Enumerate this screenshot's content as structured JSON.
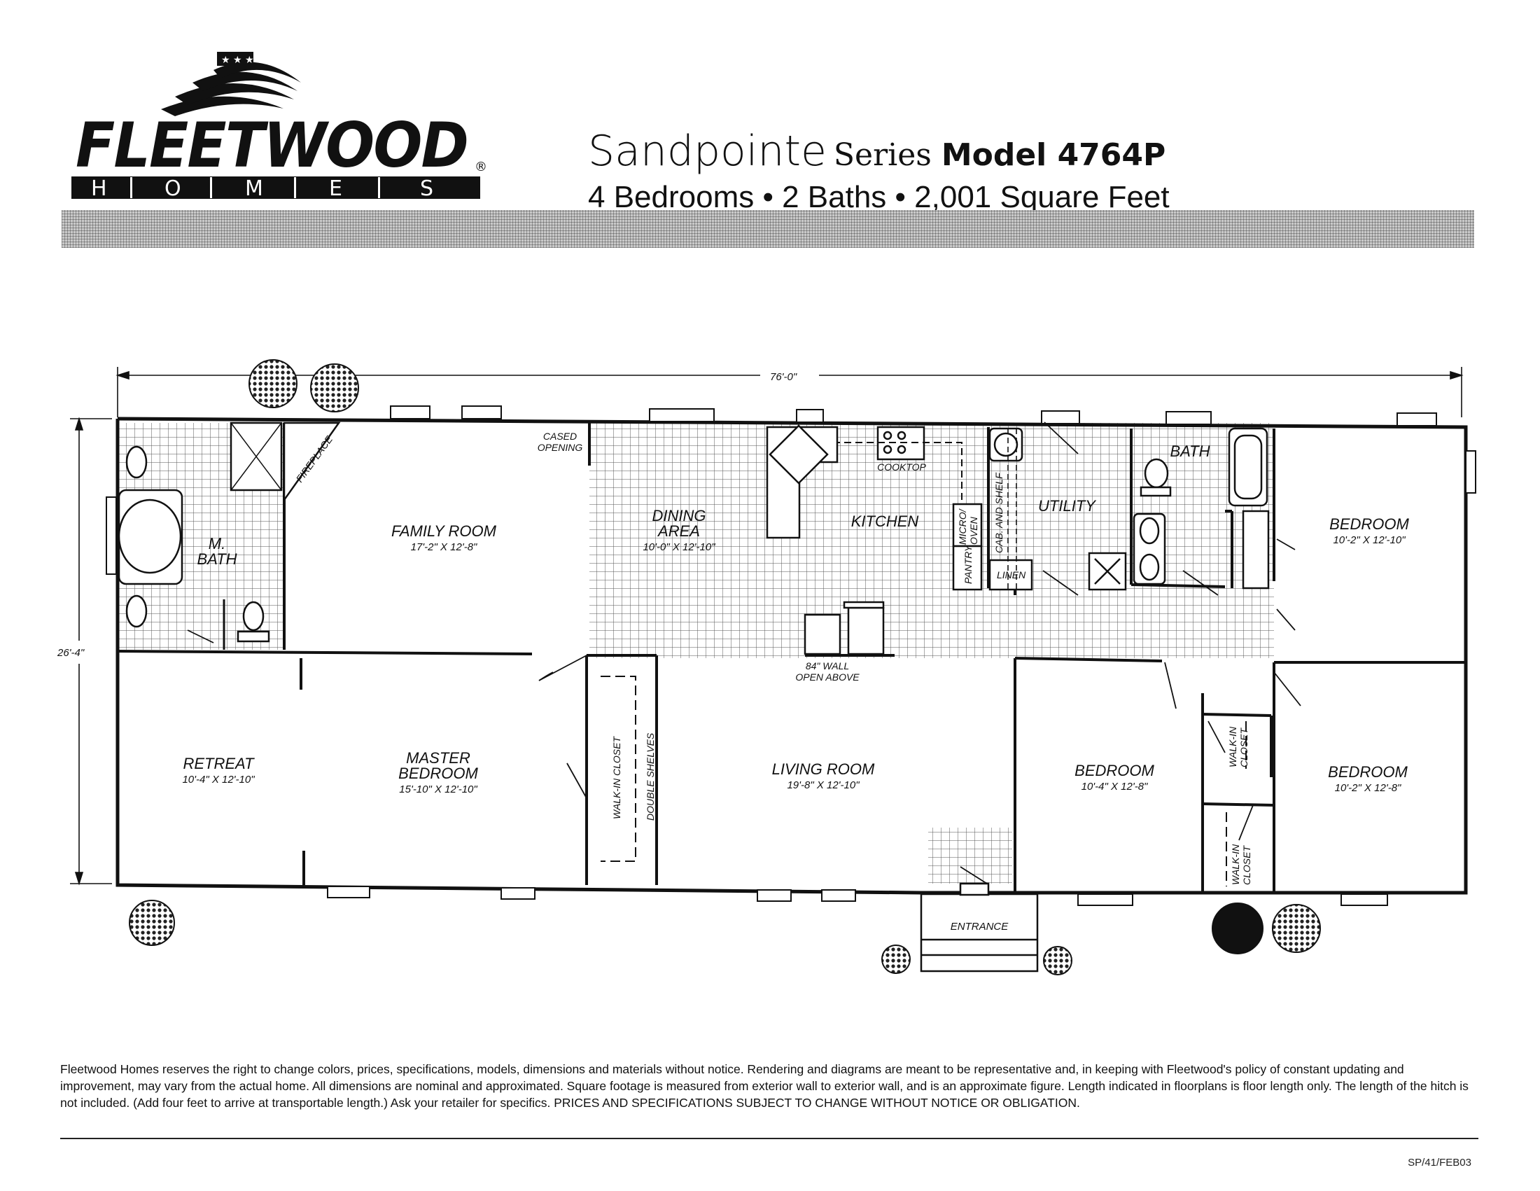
{
  "brand": {
    "name": "FLEETWOOD",
    "subname_letters": [
      "H",
      "O",
      "M",
      "E",
      "S"
    ],
    "registered_mark": "®"
  },
  "header": {
    "series_name": "Sandpointe",
    "series_word": "Series",
    "model_label": "Model 4764P",
    "specs": "4 Bedrooms • 2 Baths • 2,001 Square Feet"
  },
  "plan": {
    "overall_length": "76'-0\"",
    "overall_width": "26'-4\"",
    "rooms": {
      "m_bath": {
        "line1": "M.",
        "line2": "BATH"
      },
      "family_room": {
        "name": "FAMILY ROOM",
        "dims": "17'-2\" X 12'-8\""
      },
      "dining_area": {
        "line1": "DINING",
        "line2": "AREA",
        "dims": "10'-0\" X 12'-10\""
      },
      "kitchen": {
        "name": "KITCHEN"
      },
      "utility": {
        "name": "UTILITY"
      },
      "bath": {
        "name": "BATH"
      },
      "bedroom_ne": {
        "name": "BEDROOM",
        "dims": "10'-2\" X 12'-10\""
      },
      "retreat": {
        "name": "RETREAT",
        "dims": "10'-4\" X 12'-10\""
      },
      "master_bedroom": {
        "line1": "MASTER",
        "line2": "BEDROOM",
        "dims": "15'-10\" X 12'-10\""
      },
      "living_room": {
        "name": "LIVING ROOM",
        "dims": "19'-8\" X 12'-10\""
      },
      "bedroom_s": {
        "name": "BEDROOM",
        "dims": "10'-4\" X 12'-8\""
      },
      "bedroom_se": {
        "name": "BEDROOM",
        "dims": "10'-2\" X 12'-8\""
      }
    },
    "fixtures": {
      "fireplace": "FIREPLACE",
      "cased_opening_line1": "CASED",
      "cased_opening_line2": "OPENING",
      "cooktop": "COOKTOP",
      "micro_oven_line1": "MICRO/",
      "micro_oven_line2": "OVEN",
      "pantry": "PANTRY",
      "cab_and_shelf": "CAB. AND SHELF",
      "linen": "LINEN",
      "wall_note_line1": "84\" WALL",
      "wall_note_line2": "OPEN ABOVE",
      "walk_in_closet_master": "WALK-IN CLOSET",
      "double_shelves": "DOUBLE SHELVES",
      "walk_in_a_line1": "WALK-IN",
      "walk_in_a_line2": "CLOSET",
      "walk_in_b_line1": "WALK-IN",
      "walk_in_b_line2": "CLOSET",
      "entrance": "ENTRANCE"
    }
  },
  "disclaimer": "Fleetwood Homes reserves the right to change colors, prices, specifications, models, dimensions and materials without notice. Rendering and diagrams are meant to be representative and, in keeping with Fleetwood's policy of constant updating and improvement, may vary from the actual home. All dimensions are nominal and approximated. Square footage is measured from exterior wall to exterior wall, and is an approximate figure. Length indicated in floorplans is floor length only. The length of the hitch is not included. (Add four feet to arrive at transportable length.) Ask your retailer for specifics. PRICES AND SPECIFICATIONS SUBJECT TO CHANGE WITHOUT NOTICE OR OBLIGATION.",
  "form_code": "SP/41/FEB03"
}
